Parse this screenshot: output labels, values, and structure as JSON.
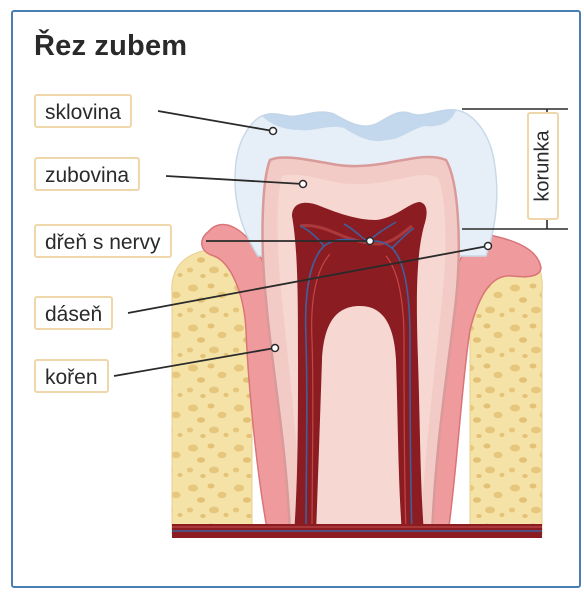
{
  "title": "Řez zubem",
  "labels": {
    "enamel": "sklovina",
    "dentin": "zubovina",
    "pulp": "dřeň s nervy",
    "gum": "dáseň",
    "root": "kořen",
    "crown": "korunka"
  },
  "colors": {
    "frame": "#4a7fb5",
    "label_border": "#efd6ab",
    "enamel": "#e4eef6",
    "dentin": "#f3cbc6",
    "pulp": "#8b1d22",
    "gum": "#e88f92",
    "bone": "#f5e2a6",
    "nerve": "#3f5f9e"
  }
}
